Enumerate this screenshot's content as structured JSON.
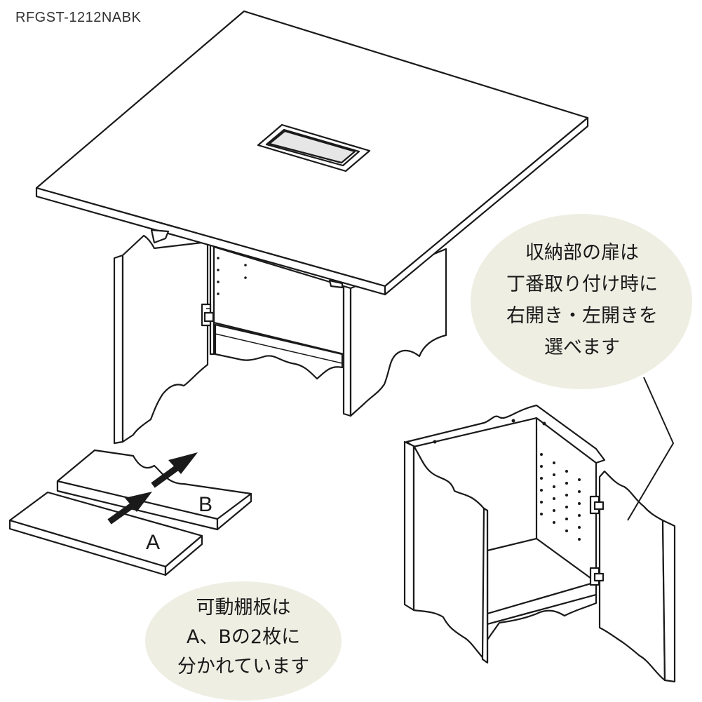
{
  "model_code": "RFGST-1212NABK",
  "callout_door": {
    "lines": [
      "収納部の扉は",
      "丁番取り付け時に",
      "右開き・左開きを",
      "選べます"
    ],
    "fill_color": "#eeeee3"
  },
  "callout_shelves": {
    "lines": [
      "可動棚板は",
      "A、Bの2枚に",
      "分かれています"
    ],
    "fill_color": "#eeeee3"
  },
  "shelf_labels": {
    "a": "A",
    "b": "B"
  },
  "icons": [
    "insertion-arrow-icon",
    "hinge-icon",
    "wire-grommet-icon"
  ]
}
